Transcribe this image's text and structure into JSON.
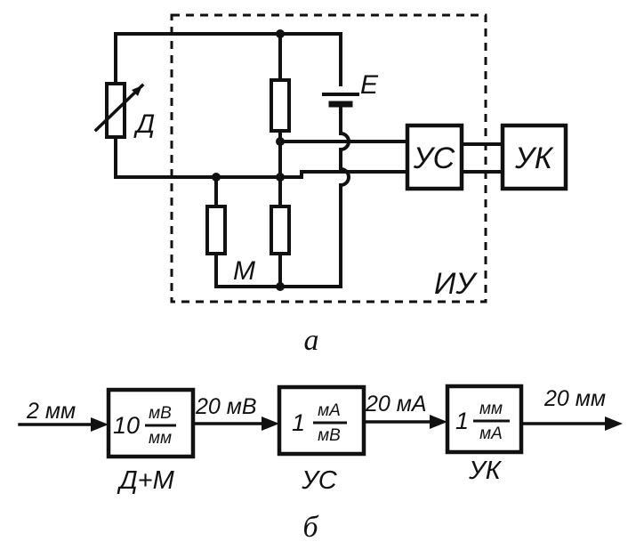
{
  "circuit": {
    "sensor_label": "Д",
    "battery_label": "Е",
    "resistor_m_label": "М",
    "amplifier_label": "УС",
    "recorder_label": "УК",
    "measuring_unit_label": "ИУ",
    "caption": "а"
  },
  "block_diagram": {
    "input_signal": "2 мм",
    "blocks": [
      {
        "gain": "10",
        "numerator": "мВ",
        "denominator": "мм",
        "label": "Д+М"
      },
      {
        "gain": "1",
        "numerator": "мА",
        "denominator": "мВ",
        "label": "УС"
      },
      {
        "gain": "1",
        "numerator": "мм",
        "denominator": "мА",
        "label": "УК"
      }
    ],
    "signals": [
      "20 мВ",
      "20 мА",
      "20 мм"
    ],
    "caption": "б"
  }
}
